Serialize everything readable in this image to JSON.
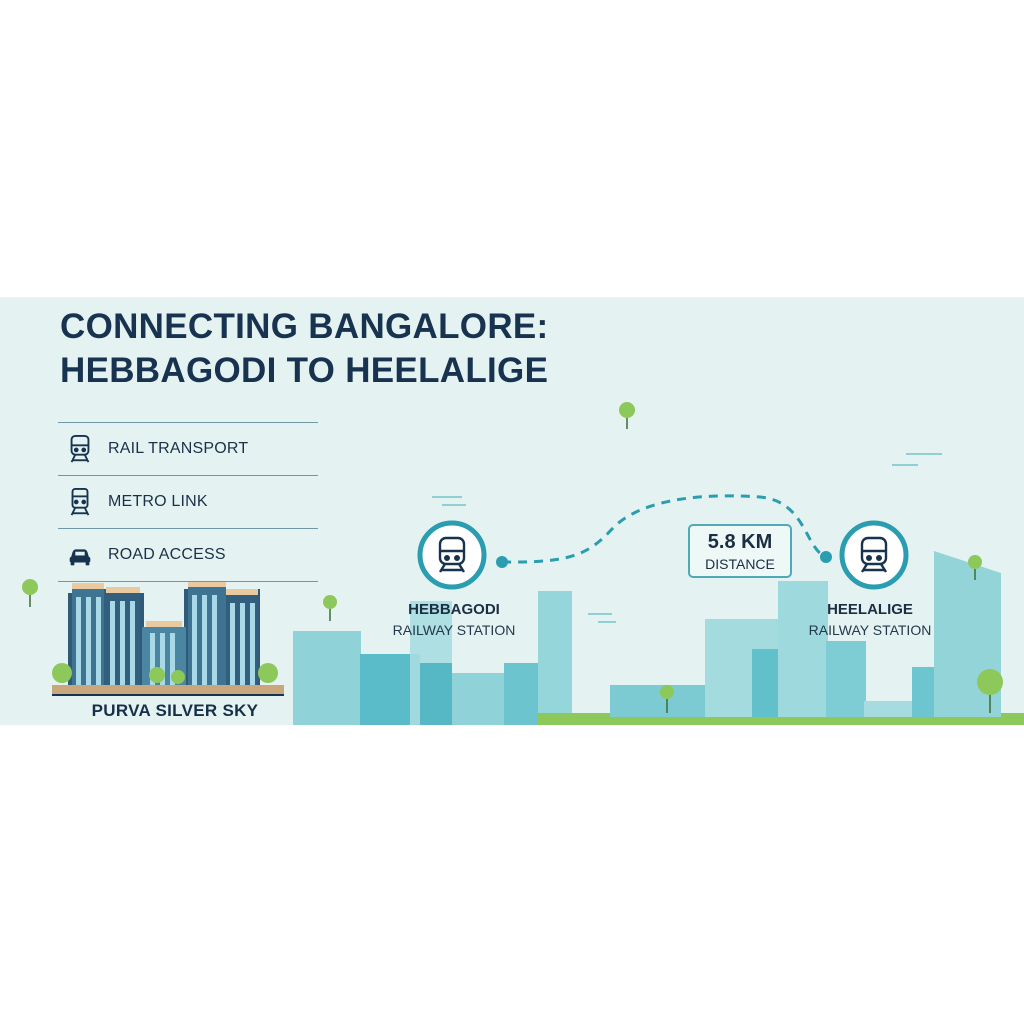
{
  "title": {
    "line1": "CONNECTING BANGALORE:",
    "line2": "HEBBAGODI TO HEELALIGE"
  },
  "legend": [
    {
      "label": "RAIL TRANSPORT",
      "icon": "train-icon"
    },
    {
      "label": "METRO LINK",
      "icon": "metro-icon"
    },
    {
      "label": "ROAD ACCESS",
      "icon": "car-icon"
    }
  ],
  "stations": {
    "left": {
      "name": "HEBBAGODI",
      "sub": "RAILWAY STATION"
    },
    "right": {
      "name": "HEELALIGE",
      "sub": "RAILWAY STATION"
    }
  },
  "distance": {
    "value": "5.8 KM",
    "label": "DISTANCE"
  },
  "project": {
    "name": "PURVA SILVER SKY"
  },
  "colors": {
    "banner_bg": "#e4f3f1",
    "title": "#17334f",
    "accent_teal": "#2a9db0",
    "city_blue": "#6fc6d0",
    "grass": "#8cc85a"
  }
}
